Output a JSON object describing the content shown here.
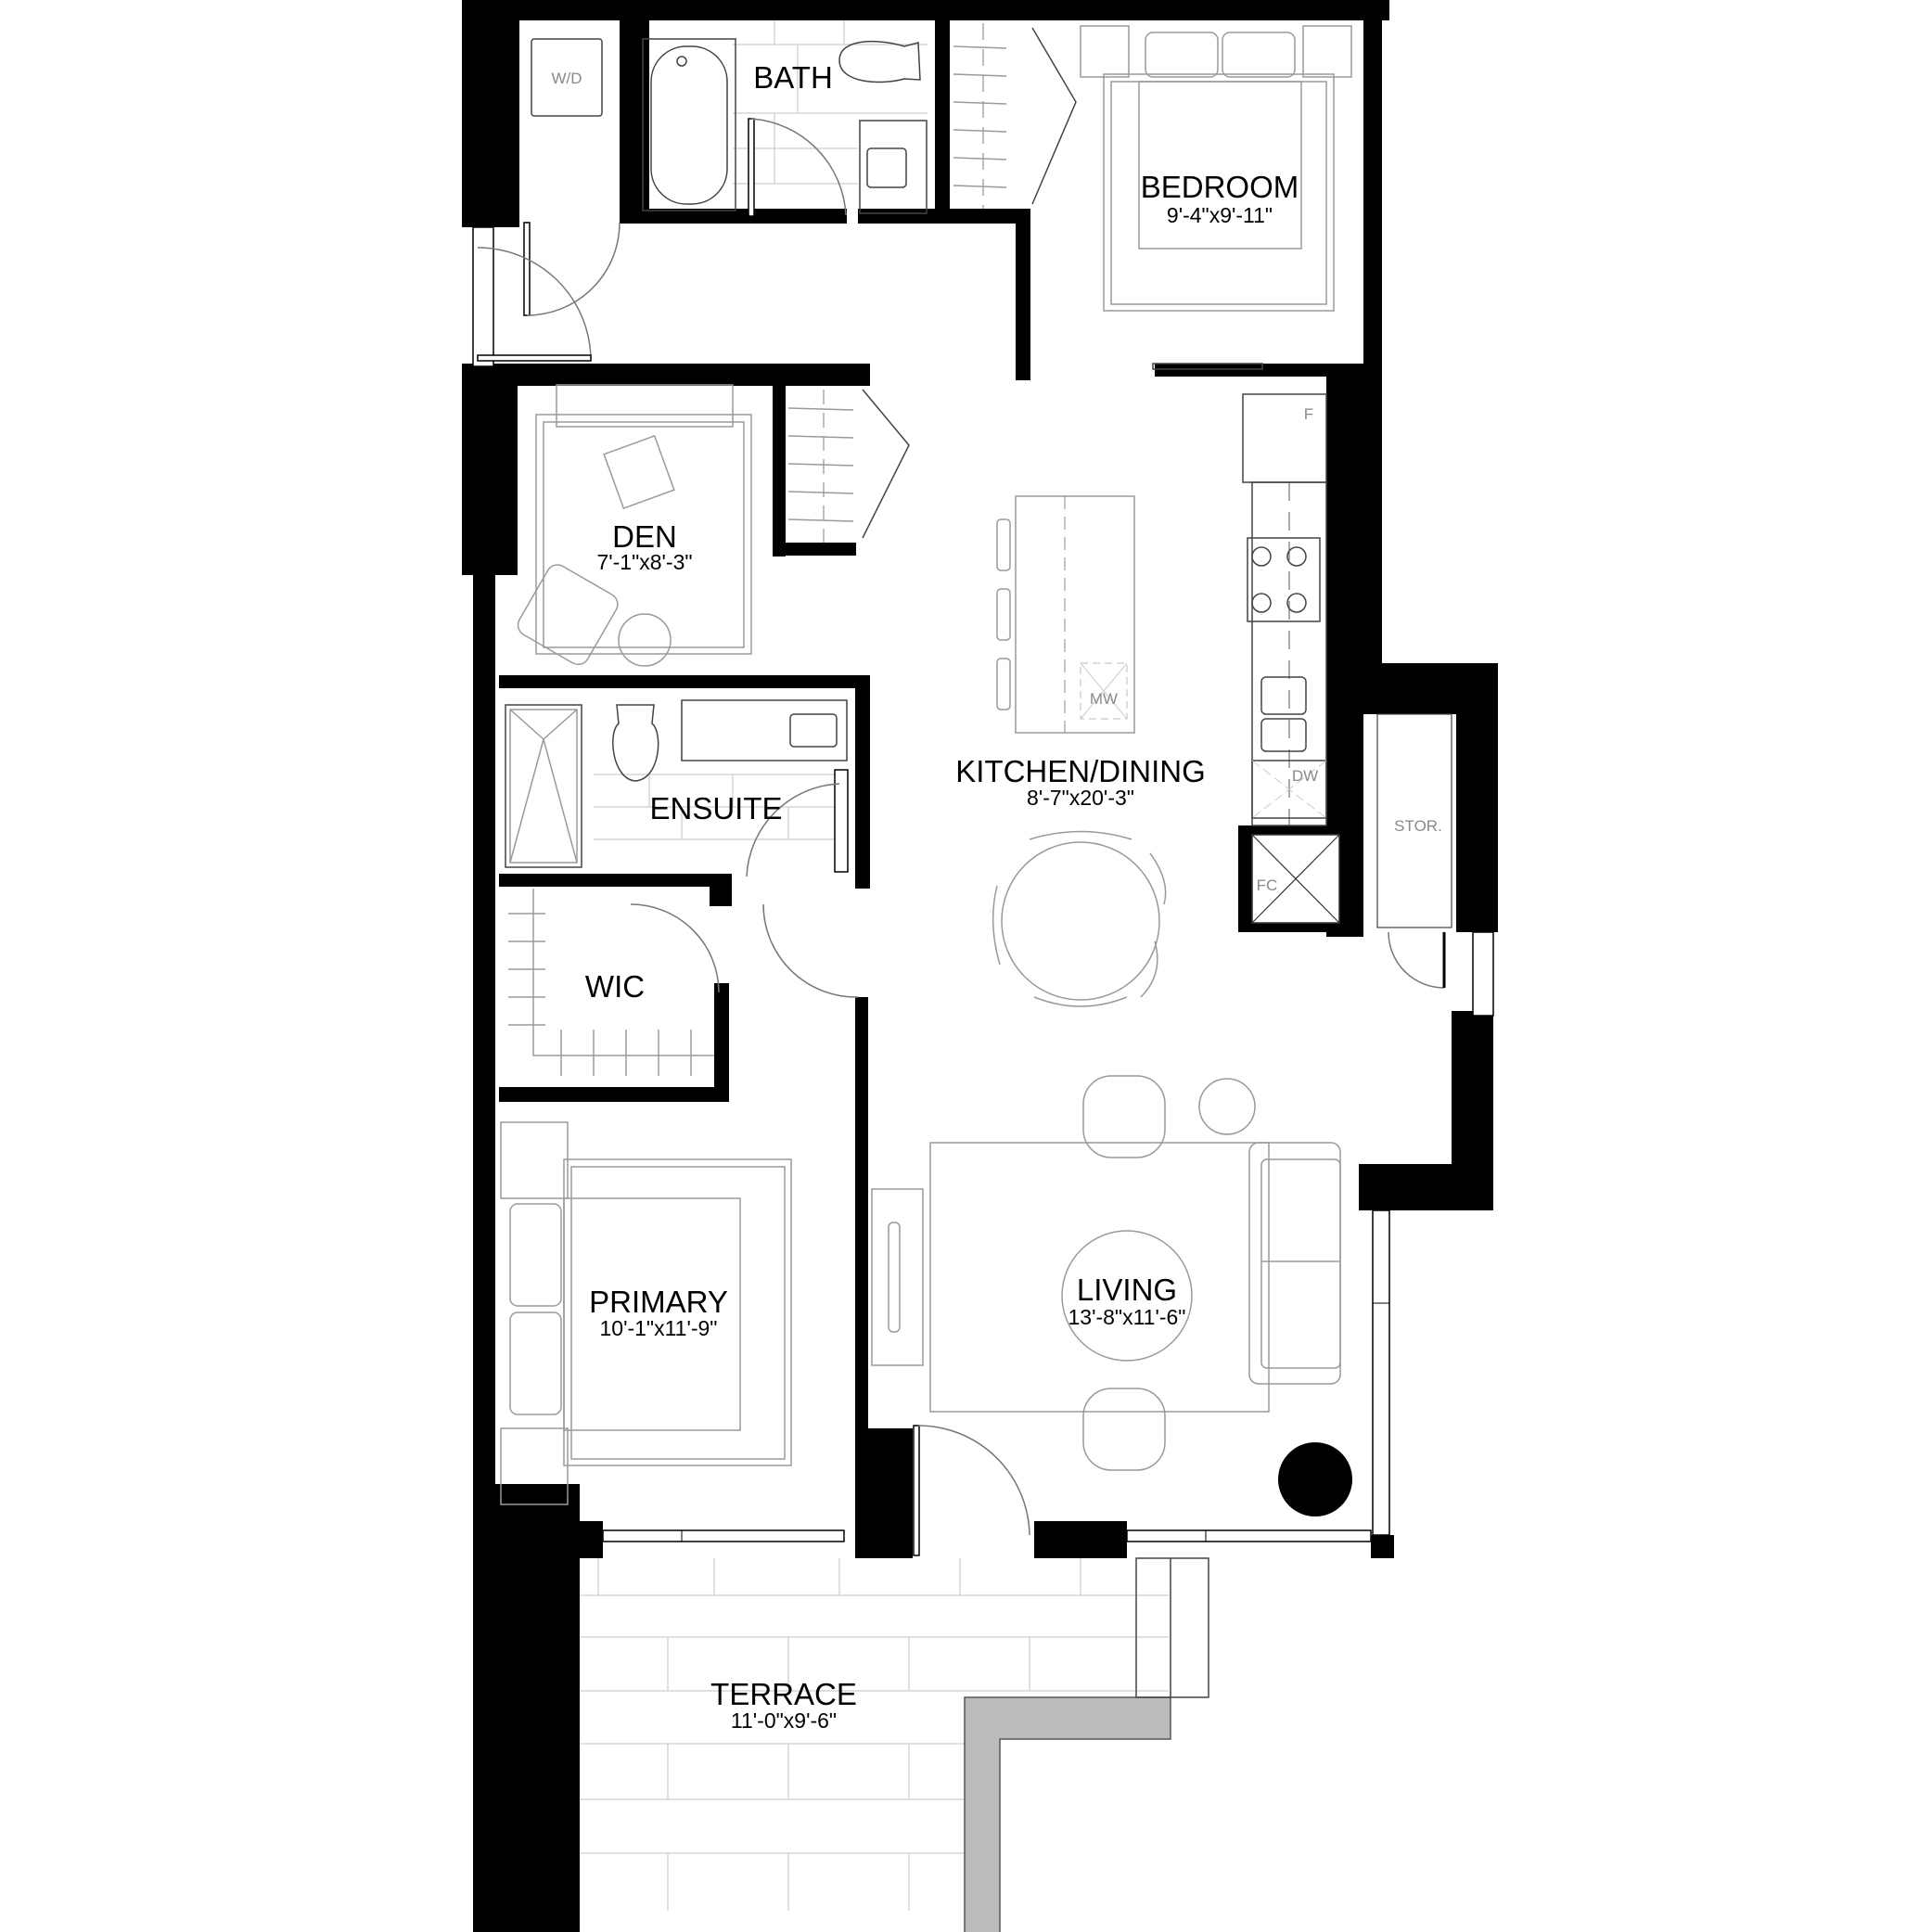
{
  "plan": {
    "colors": {
      "wall": "#000000",
      "terrace_edge": "#bbbbbb",
      "furniture_line": "#9a9a9a",
      "tile_line": "#d6d6d6",
      "fixture_text": "#8a8a8a"
    },
    "rooms": {
      "bedroom": {
        "name": "BEDROOM",
        "dims": "9'-4\"x9'-11\""
      },
      "den": {
        "name": "DEN",
        "dims": "7'-1\"x8'-3\""
      },
      "bath": {
        "name": "BATH"
      },
      "ensuite": {
        "name": "ENSUITE"
      },
      "wic": {
        "name": "WIC"
      },
      "kitchen": {
        "name": "KITCHEN/DINING",
        "dims": "8'-7\"x20'-3\""
      },
      "primary": {
        "name": "PRIMARY",
        "dims": "10'-1\"x11'-9\""
      },
      "living": {
        "name": "LIVING",
        "dims": "13'-8\"x11'-6\""
      },
      "terrace": {
        "name": "TERRACE",
        "dims": "11'-0\"x9'-6\""
      }
    },
    "fixtures": {
      "washer_dryer": "W/D",
      "fridge": "F",
      "microwave": "MW",
      "dishwasher": "DW",
      "furnace_closet": "FC",
      "storage": "STOR."
    }
  }
}
